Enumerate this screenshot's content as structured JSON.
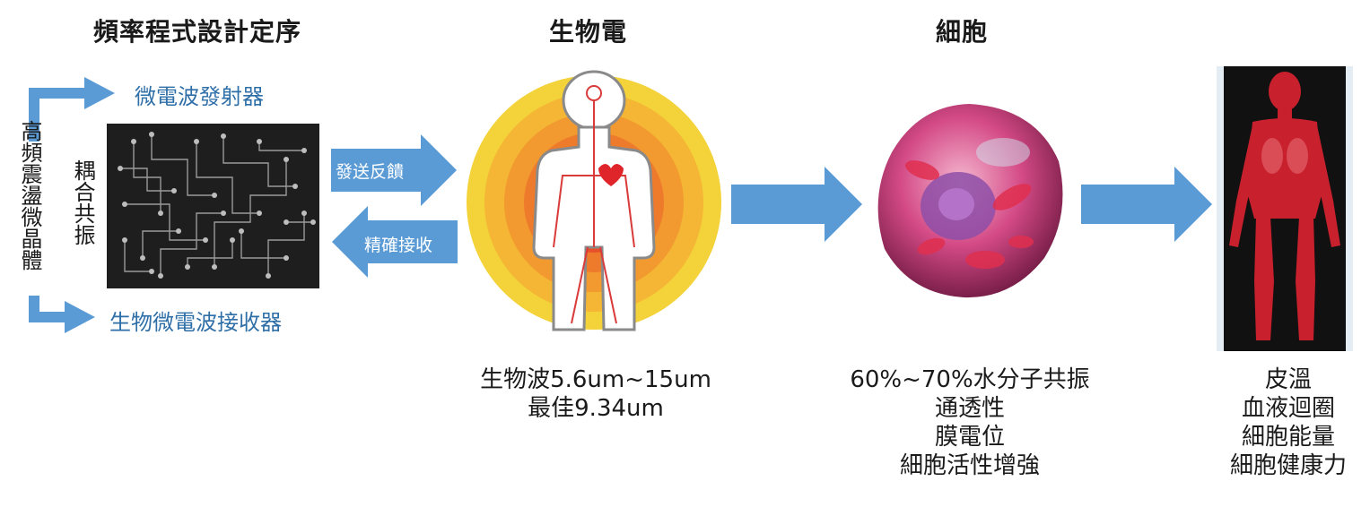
{
  "headings": {
    "frequency": "頻率程式設計定序",
    "bioelectric": "生物電",
    "cell": "細胞"
  },
  "left": {
    "vertical_label": "高頻震盪微晶體",
    "coupling_label": "耦合共振",
    "transmitter": "微電波發射器",
    "receiver": "生物微電波接收器"
  },
  "arrows": {
    "send": "發送反饋",
    "receive": "精確接收"
  },
  "captions": {
    "bioelectric": [
      "生物波5.6um~15um",
      "最佳9.34um"
    ],
    "cell": [
      "60%~70%水分子共振",
      "通透性",
      "膜電位",
      "細胞活性增強"
    ],
    "body": [
      "皮溫",
      "血液迴圈",
      "細胞能量",
      "細胞健康力"
    ]
  },
  "colors": {
    "arrow": "#5b9bd5",
    "label_blue": "#2f6fa8",
    "circuit_bg": "#1e1e1e"
  }
}
